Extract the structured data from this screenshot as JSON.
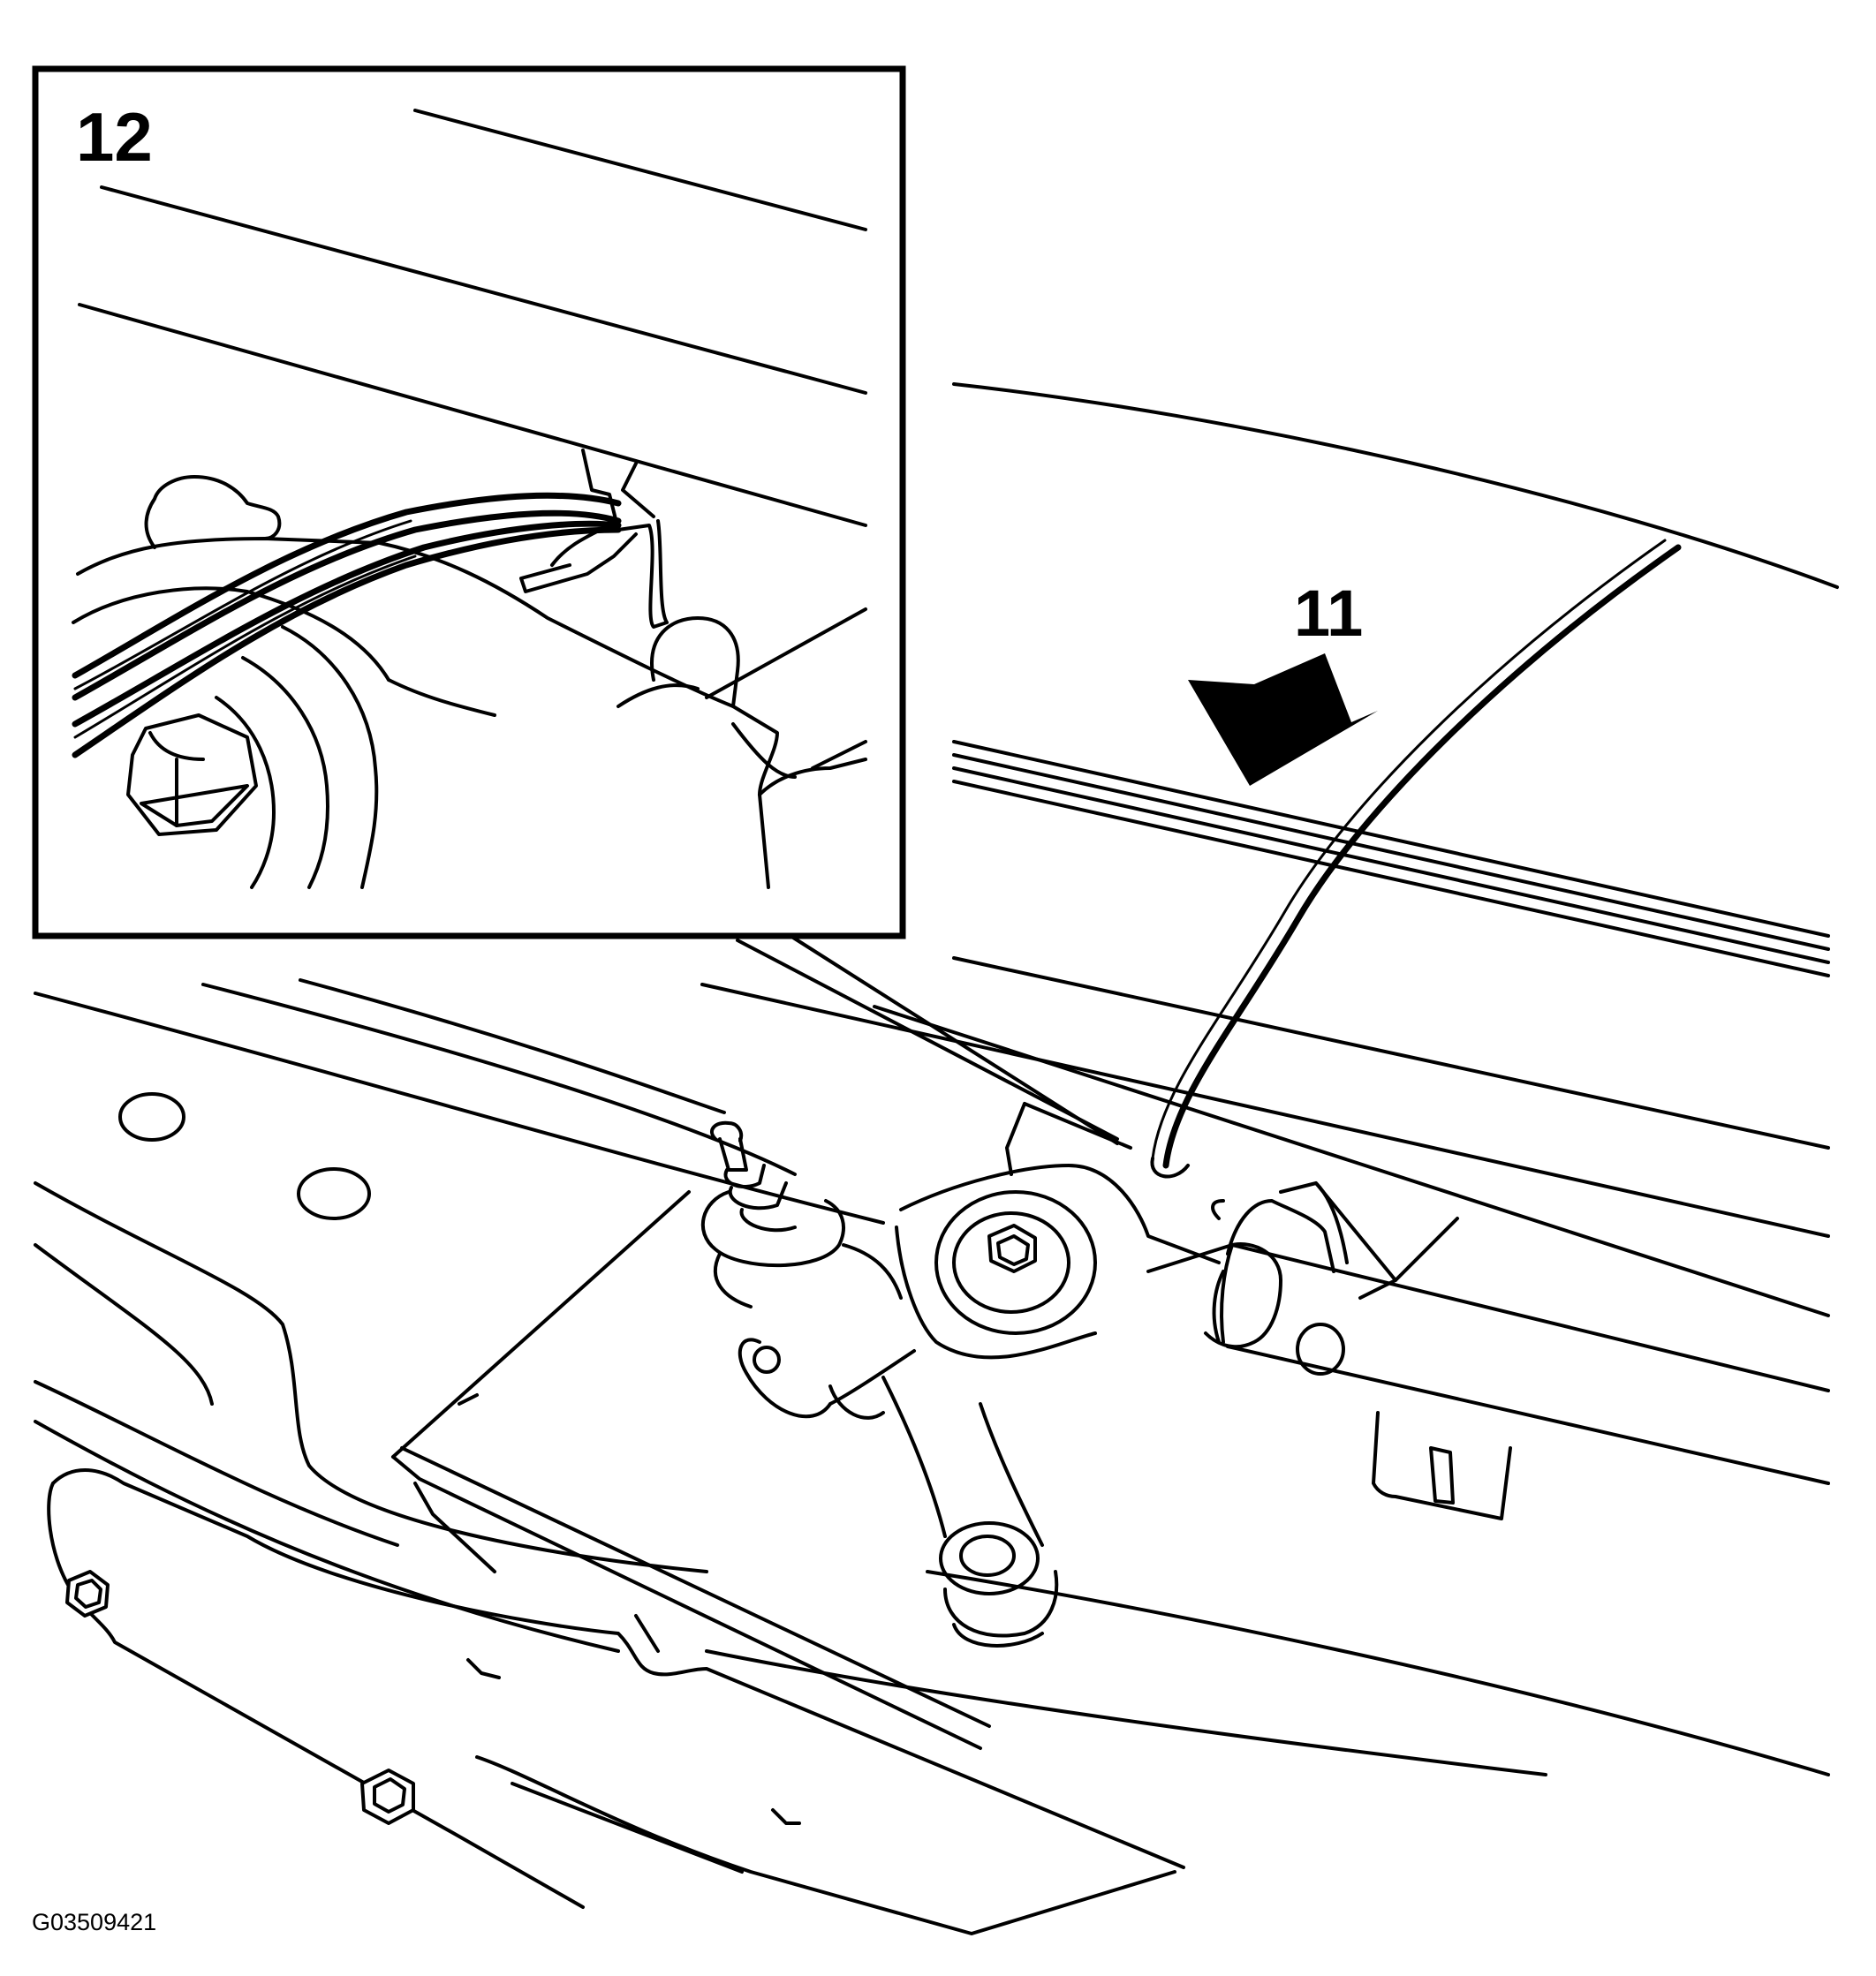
{
  "callouts": {
    "inset_label": "12",
    "arrow_label": "11"
  },
  "figure_code": "G03509421",
  "colors": {
    "ink": "#000000",
    "paper": "#ffffff"
  }
}
